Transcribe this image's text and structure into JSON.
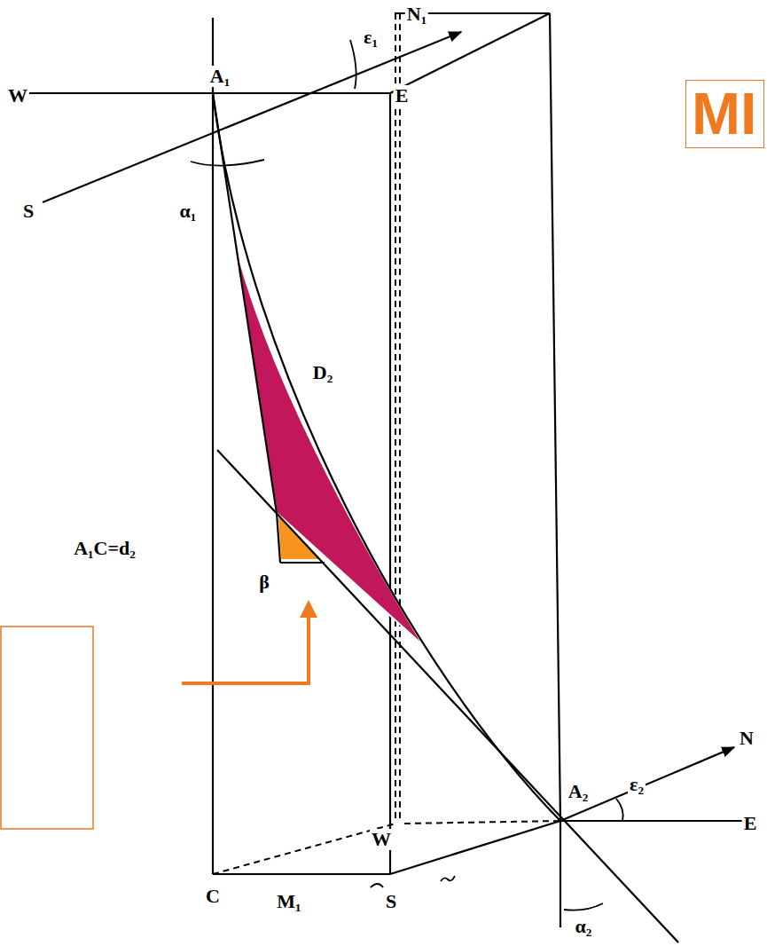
{
  "diagram": {
    "nodes": [
      {
        "text": [
          "MI"
        ]
      }
    ],
    "labels": [
      "A₁",
      "N₁",
      "W",
      "S",
      "E",
      "ε₁",
      "α₁",
      "D₂",
      "A₁C=d₂",
      "β",
      "C",
      "M₁",
      "S",
      "W",
      "A₂",
      "N",
      "E",
      "ε₂",
      "α₂"
    ]
  }
}
